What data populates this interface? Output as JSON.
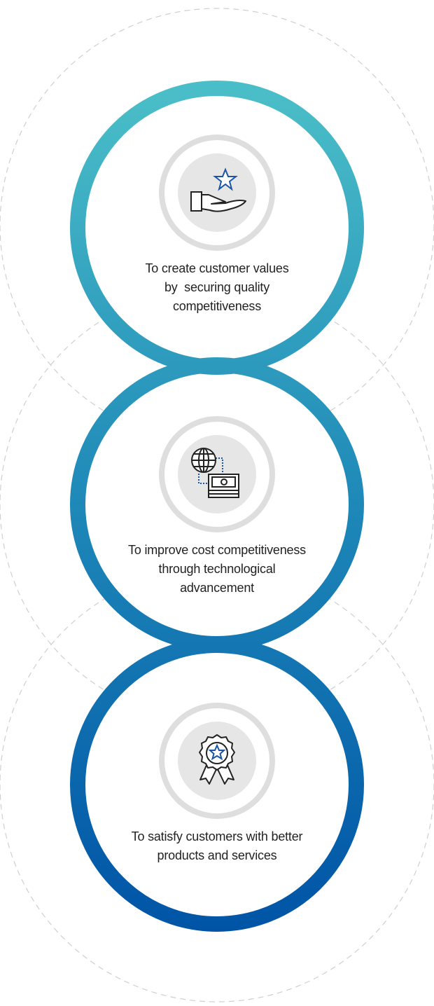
{
  "colors": {
    "gradient_top": "#4bbfc8",
    "gradient_bottom": "#0054a6",
    "icon_ring": "#dedede",
    "icon_fill": "#e6e6e6",
    "accent": "#1a55a8"
  },
  "items": [
    {
      "icon": "hand-star-icon",
      "text": "To create customer values by  securing quality competitiveness",
      "lines": [
        "To create customer values",
        "by  securing quality",
        "competitiveness"
      ]
    },
    {
      "icon": "globe-money-icon",
      "text": "To improve cost competitiveness through technological advancement",
      "lines": [
        "To improve cost competitiveness",
        "through technological",
        "advancement"
      ]
    },
    {
      "icon": "award-ribbon-icon",
      "text": "To satisfy customers with better products and services",
      "lines": [
        "To satisfy customers with better",
        "products and services"
      ]
    }
  ]
}
